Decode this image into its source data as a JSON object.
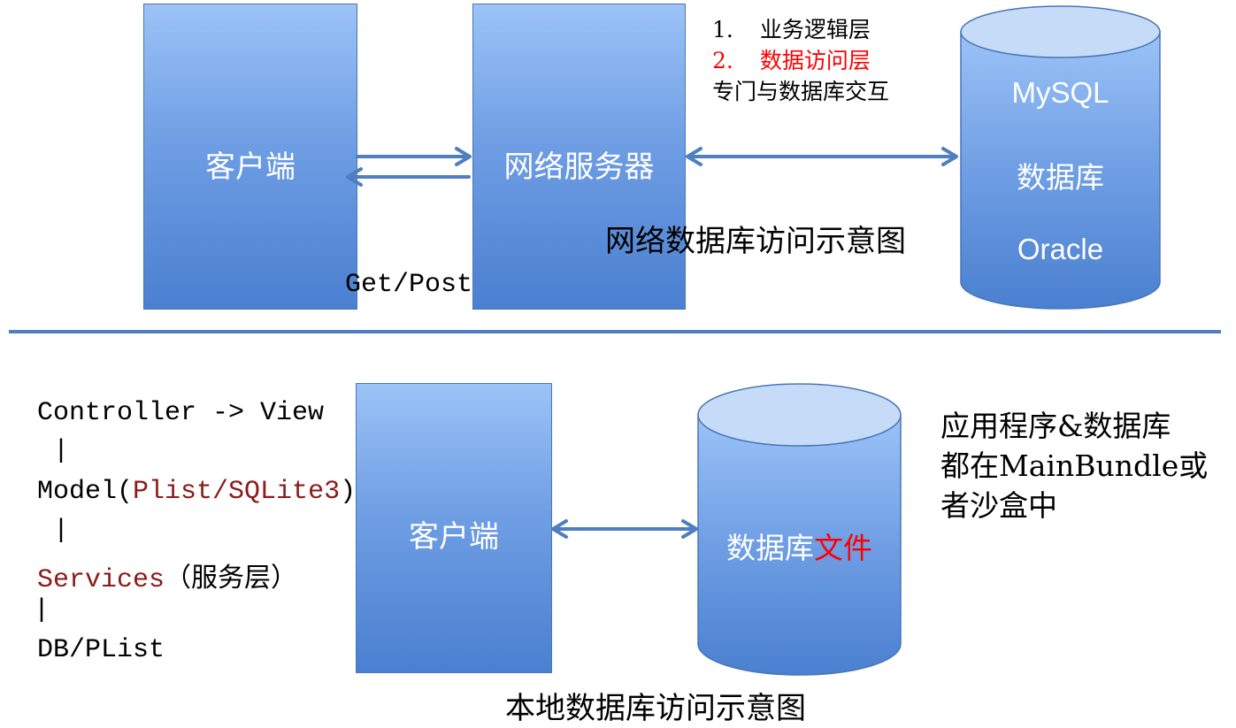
{
  "colors": {
    "arrow": "#4f7fbf",
    "divider": "#4f7fbf",
    "highlight_red": "#ff0000",
    "code_red": "#8b1a1a"
  },
  "top": {
    "client_label": "客户端",
    "server_label": "网络服务器",
    "notes": [
      {
        "num": "1.",
        "text": "业务逻辑层"
      },
      {
        "num": "2.",
        "text": "数据访问层"
      }
    ],
    "notes_line3": "专门与数据库交互",
    "db": {
      "line1": "MySQL",
      "line2": "数据库",
      "line3": "Oracle"
    },
    "caption": "网络数据库访问示意图",
    "getpost": "Get/Post"
  },
  "bottom": {
    "code": {
      "line1": "Controller -> View",
      "sep1": "|",
      "model_prefix": "Model(",
      "model_red": "Plist/SQLite3",
      "model_suffix": ")",
      "sep2": "|",
      "services_red": "Services",
      "services_suffix": "（服务层）",
      "sep3": "|",
      "line4": "DB/PList"
    },
    "client_label": "客户端",
    "db_prefix": "数据库",
    "db_red": "文件",
    "note": [
      "应用程序&数据库",
      "都在MainBundle或",
      "者沙盒中"
    ],
    "caption": "本地数据库访问示意图"
  }
}
